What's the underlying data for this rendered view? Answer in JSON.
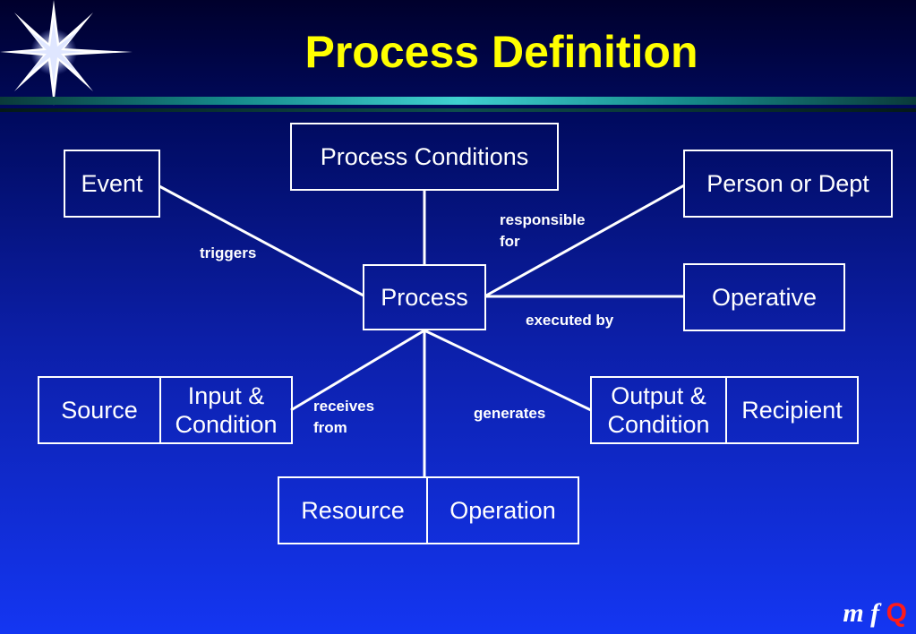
{
  "slide": {
    "title": "Process Definition"
  },
  "diagram": {
    "nodes": {
      "process": "Process",
      "conditions": "Process Conditions",
      "event": "Event",
      "person": "Person or Dept",
      "operative": "Operative",
      "source": "Source",
      "input": "Input &\nCondition",
      "output": "Output &\nCondition",
      "recipient": "Recipient",
      "resource": "Resource",
      "operation": "Operation"
    },
    "relations": {
      "triggers": "triggers",
      "responsible": "responsible\nfor",
      "executed": "executed by",
      "receives": "receives\nfrom",
      "generates": "generates"
    }
  },
  "logo": {
    "m": "m",
    "f": "f",
    "q": "Q"
  },
  "colors": {
    "title": "#ffff00",
    "text": "#ffffff",
    "logo_q": "#ff1a1a",
    "rule": "#3fd0d0"
  }
}
